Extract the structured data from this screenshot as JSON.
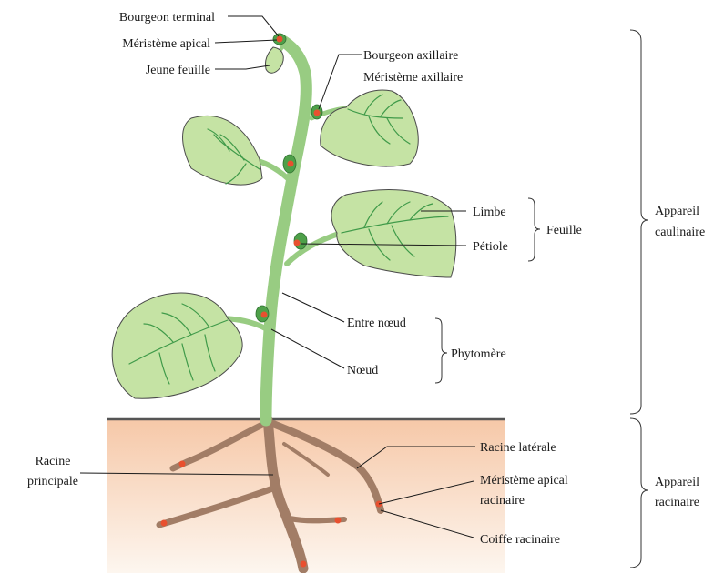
{
  "colors": {
    "leaf_fill": "#c5e3a4",
    "leaf_stroke": "#4a4a4a",
    "vein": "#3f9a49",
    "stem": "#98cc82",
    "root": "#a27d66",
    "soil_top": "#f6c8a8",
    "soil_bottom": "#fdf6ef",
    "meristem": "#e8502f",
    "line": "#1a1a1a"
  },
  "labels": {
    "bourgeon_terminal": "Bourgeon terminal",
    "meristeme_apical": "Méristème apical",
    "jeune_feuille": "Jeune feuille",
    "bourgeon_axillaire": "Bourgeon axillaire",
    "meristeme_axillaire": "Méristème axillaire",
    "limbe": "Limbe",
    "petiole": "Pétiole",
    "feuille": "Feuille",
    "entre_noeud": "Entre nœud",
    "noeud": "Nœud",
    "phytomere": "Phytomère",
    "appareil_caulinaire_1": "Appareil",
    "appareil_caulinaire_2": "caulinaire",
    "appareil_racinaire_1": "Appareil",
    "appareil_racinaire_2": "racinaire",
    "racine_principale_1": "Racine",
    "racine_principale_2": "principale",
    "racine_laterale": "Racine latérale",
    "meristeme_apical_racinaire_1": "Méristème apical",
    "meristeme_apical_racinaire_2": "racinaire",
    "coiffe_racinaire": "Coiffe racinaire"
  }
}
